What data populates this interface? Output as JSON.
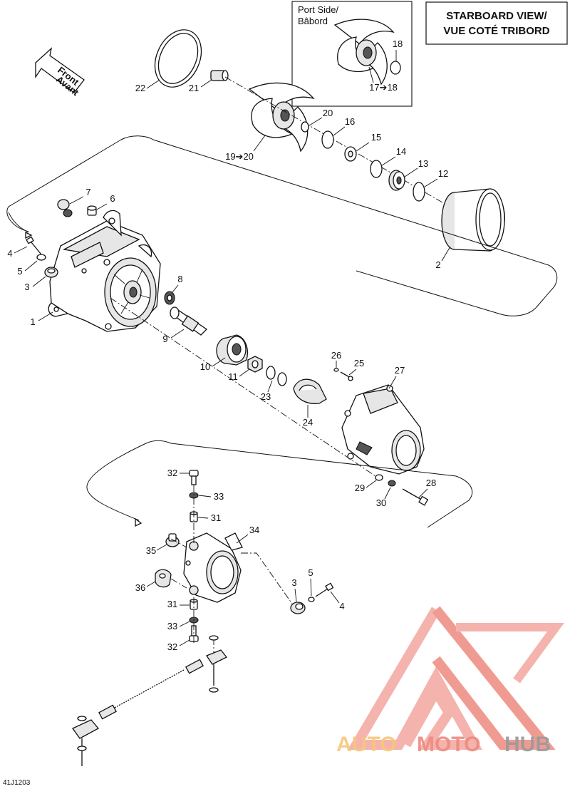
{
  "header": {
    "title_line1": "STARBOARD VIEW/",
    "title_line2": "VUE COTÉ TRIBORD"
  },
  "inset": {
    "label_line1": "Port Side/",
    "label_line2": "Bâbord"
  },
  "orientation": {
    "label_line1": "Front",
    "label_line2": "Avant"
  },
  "callouts": {
    "c1": "1",
    "c2": "2",
    "c3a": "3",
    "c3b": "3",
    "c4a": "4",
    "c4b": "4",
    "c5a": "5",
    "c5b": "5",
    "c6": "6",
    "c7": "7",
    "c8": "8",
    "c9": "9",
    "c10": "10",
    "c11": "11",
    "c12": "12",
    "c13": "13",
    "c14": "14",
    "c15": "15",
    "c16": "16",
    "c17_18": "17➔18",
    "c18": "18",
    "c19_20": "19➔20",
    "c20": "20",
    "c21": "21",
    "c22": "22",
    "c23": "23",
    "c24": "24",
    "c25": "25",
    "c26": "26",
    "c27": "27",
    "c28": "28",
    "c29": "29",
    "c30": "30",
    "c31a": "31",
    "c31b": "31",
    "c32a": "32",
    "c32b": "32",
    "c33a": "33",
    "c33b": "33",
    "c34": "34",
    "c35": "35",
    "c36": "36"
  },
  "footer": {
    "drawing_code": "41J1203"
  },
  "watermark": {
    "word1": "AUTO",
    "word2": "MOTO",
    "word3": "HUB",
    "color_primary": "#f4a6a0",
    "color_accent": "#ee8a80",
    "color_secondary": "#f7c77a",
    "color_dark": "#9a9a9a"
  }
}
